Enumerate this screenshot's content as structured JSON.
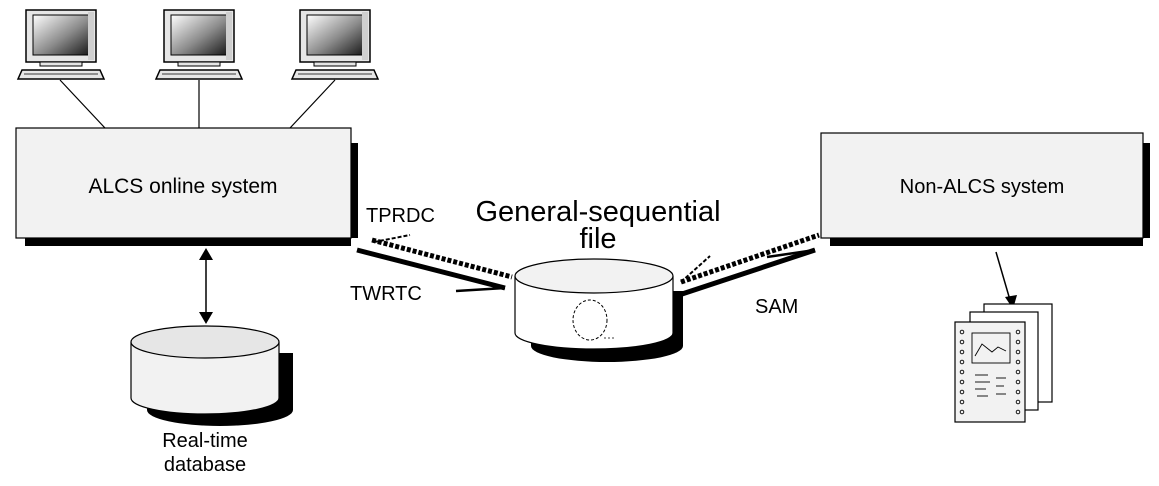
{
  "nodes": {
    "alcs": {
      "label": "ALCS online system"
    },
    "non_alcs": {
      "label": "Non-ALCS system"
    },
    "gsf": {
      "label_line1": "General-sequential",
      "label_line2": "file"
    },
    "rtdb": {
      "label_line1": "Real-time",
      "label_line2": "database"
    }
  },
  "connectors": {
    "read": {
      "label": "TPRDC"
    },
    "write": {
      "label": "TWRTC"
    },
    "sam": {
      "label": "SAM"
    }
  },
  "icons": {
    "terminals": [
      "computer-terminal-icon",
      "computer-terminal-icon",
      "computer-terminal-icon"
    ],
    "report": "printed-report-icon"
  },
  "colors": {
    "box_fill": "#f2f2f2",
    "shadow": "#000000",
    "cylinder_fill": "#f2f2f2"
  }
}
